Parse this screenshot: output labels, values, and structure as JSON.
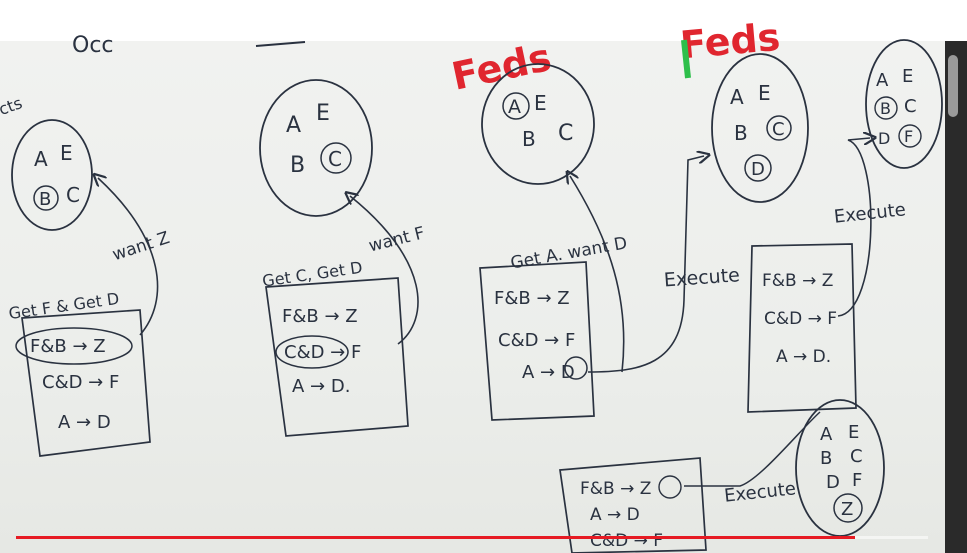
{
  "whiteboard": {
    "top_scribble_1": "Occ",
    "top_scribble_2": "__",
    "edge_text": "cts",
    "red_title_1": "Feds",
    "red_title_2": "Feds",
    "panel1": {
      "circle": [
        "A",
        "E",
        "B",
        "C"
      ],
      "arrow_label": "want Z",
      "box_header": "Get F & Get D",
      "box_rules": [
        "F&B → Z",
        "C&D → F",
        "A → D"
      ]
    },
    "panel2": {
      "circle": [
        "A",
        "E",
        "B",
        "C"
      ],
      "arrow_label": "want F",
      "box_header": "Get C, Get D",
      "box_rules": [
        "F&B → Z",
        "C&D → F",
        "A → D."
      ]
    },
    "panel3": {
      "circle": [
        "A",
        "E",
        "B",
        "C"
      ],
      "arrow_label": "Get A. want D",
      "box_rules": [
        "F&B → Z",
        "C&D → F",
        "A → D"
      ]
    },
    "panel4": {
      "circle": [
        "A",
        "E",
        "B",
        "C",
        "D"
      ],
      "arrow_label": "Execute",
      "box_rules": [
        "F&B → Z",
        "C&D → F",
        "A → D."
      ]
    },
    "panel5": {
      "circle": [
        "A",
        "E",
        "B",
        "C",
        "D",
        "F"
      ],
      "arrow_label": "Execute"
    },
    "panel6": {
      "circle": [
        "A",
        "E",
        "B",
        "C",
        "D",
        "F",
        "Z"
      ],
      "arrow_label": "Execute",
      "box_rules": [
        "F&B → Z",
        "A → D",
        "C&D → F"
      ]
    }
  },
  "player": {
    "progress_fraction": 0.92,
    "progress_color": "#e61a23",
    "scrollbar_icon": "scrollbar-thumb",
    "accent_red": "#e0262f"
  }
}
